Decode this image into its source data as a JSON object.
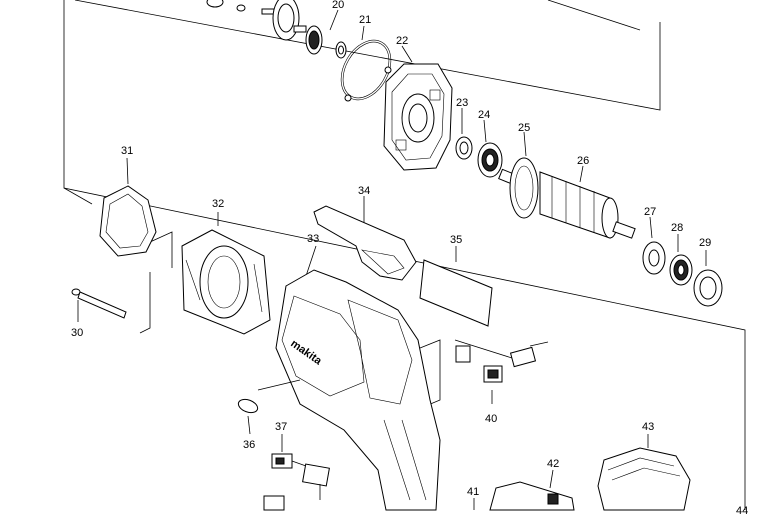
{
  "diagram": {
    "labels": [
      {
        "id": "20",
        "text": "20"
      },
      {
        "id": "21",
        "text": "21"
      },
      {
        "id": "22",
        "text": "22"
      },
      {
        "id": "23",
        "text": "23"
      },
      {
        "id": "24",
        "text": "24"
      },
      {
        "id": "25",
        "text": "25"
      },
      {
        "id": "26",
        "text": "26"
      },
      {
        "id": "27",
        "text": "27"
      },
      {
        "id": "28",
        "text": "28"
      },
      {
        "id": "29",
        "text": "29"
      },
      {
        "id": "30",
        "text": "30"
      },
      {
        "id": "31",
        "text": "31"
      },
      {
        "id": "32",
        "text": "32"
      },
      {
        "id": "33",
        "text": "33"
      },
      {
        "id": "34",
        "text": "34"
      },
      {
        "id": "35",
        "text": "35"
      },
      {
        "id": "36",
        "text": "36"
      },
      {
        "id": "37",
        "text": "37"
      },
      {
        "id": "40",
        "text": "40"
      },
      {
        "id": "41",
        "text": "41"
      },
      {
        "id": "42",
        "text": "42"
      },
      {
        "id": "43",
        "text": "43"
      },
      {
        "id": "44",
        "text": "44"
      }
    ],
    "brand_text": "makita"
  }
}
